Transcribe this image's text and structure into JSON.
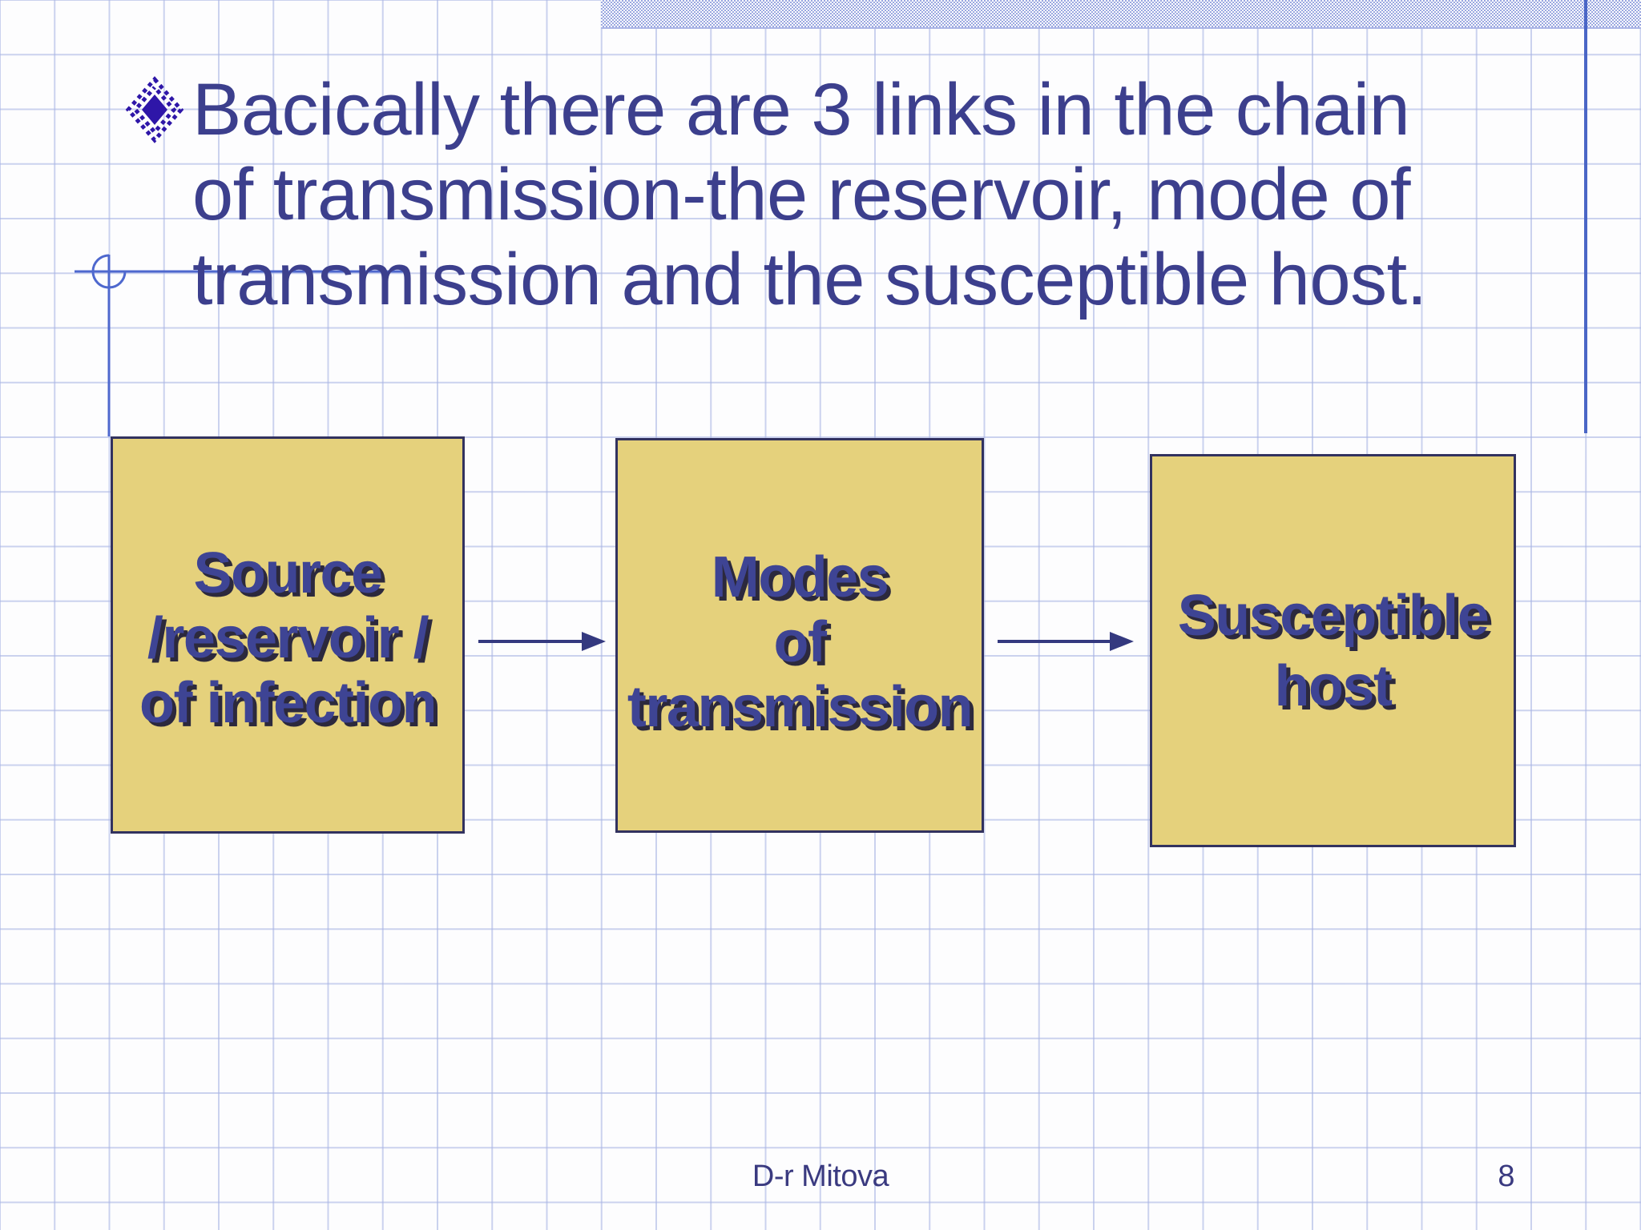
{
  "slide": {
    "title": {
      "bullet_icon": "diamond-bullet",
      "lines": [
        "Bacically there are 3 links in the chain",
        "of transmission-the reservoir, mode of",
        "transmission and the susceptible host."
      ]
    },
    "diagram": {
      "boxes": [
        {
          "id": "source",
          "lines": [
            "Source",
            "/reservoir /",
            "of infection"
          ]
        },
        {
          "id": "modes",
          "lines": [
            "Modes",
            "of",
            "transmission"
          ]
        },
        {
          "id": "host",
          "lines": [
            "Susceptible",
            "host"
          ]
        }
      ],
      "arrows": [
        {
          "from": "source",
          "to": "modes"
        },
        {
          "from": "modes",
          "to": "host"
        }
      ]
    },
    "footer": {
      "author": "D-r Mitova",
      "page_number": "8"
    },
    "colors": {
      "text_navy": "#3c3f8d",
      "box_text": "#3e4494",
      "box_fill": "#e5d17c",
      "box_border": "#32325f",
      "grid_line": "#a9b5e4",
      "decoration_blue": "#4e68ce",
      "right_line_blue": "#4a66c6",
      "band_blue": "#9aa7e0",
      "arrow": "#34397f",
      "bullet_indigo": "#2e16a8"
    }
  }
}
